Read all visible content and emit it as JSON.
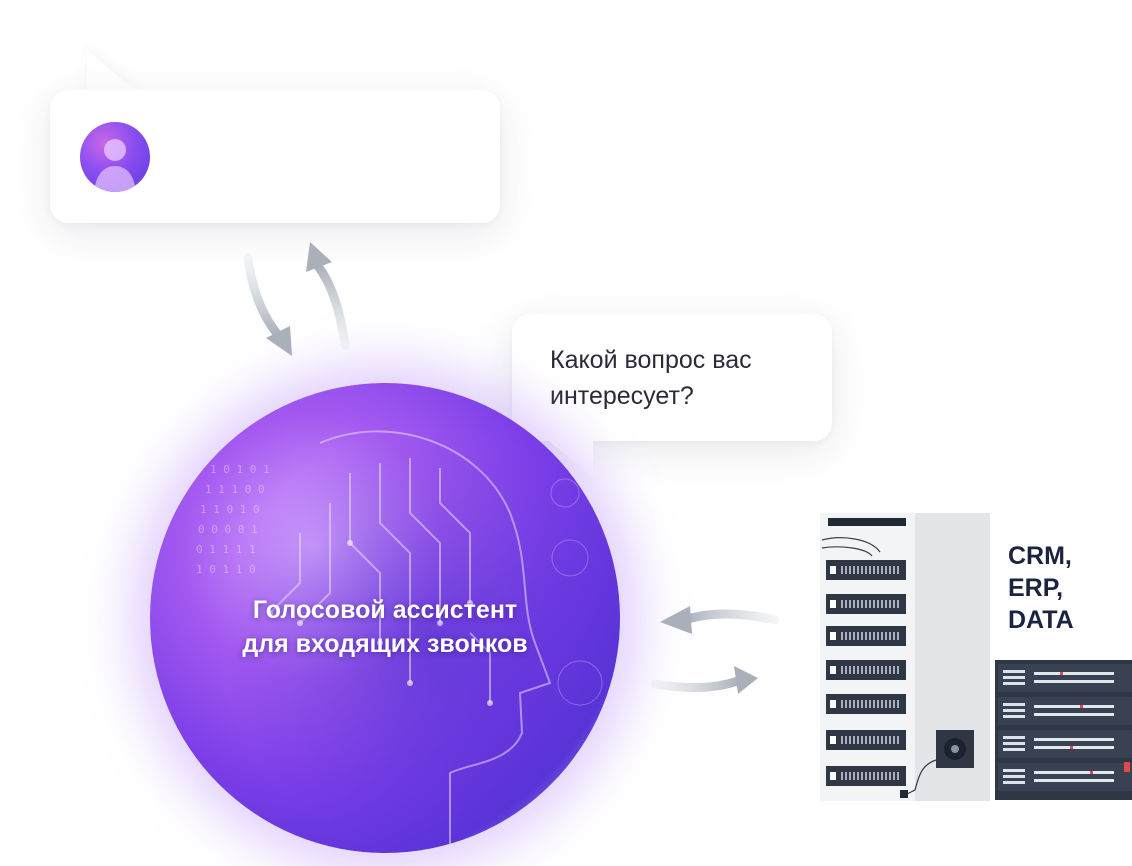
{
  "reply": {
    "text": "Какой вопрос вас\nинтересует?"
  },
  "assistant": {
    "line1": "Голосовой ассистент",
    "line2": "для входящих звонков"
  },
  "server": {
    "label": "CRM,\nERP,\nDATA"
  },
  "colors": {
    "accent": "#7b3ee8",
    "text": "#2b2b3a",
    "server_text": "#1c2340"
  },
  "icons": [
    "user-avatar-icon",
    "exchange-arrows-icon",
    "server-rack-icon"
  ]
}
